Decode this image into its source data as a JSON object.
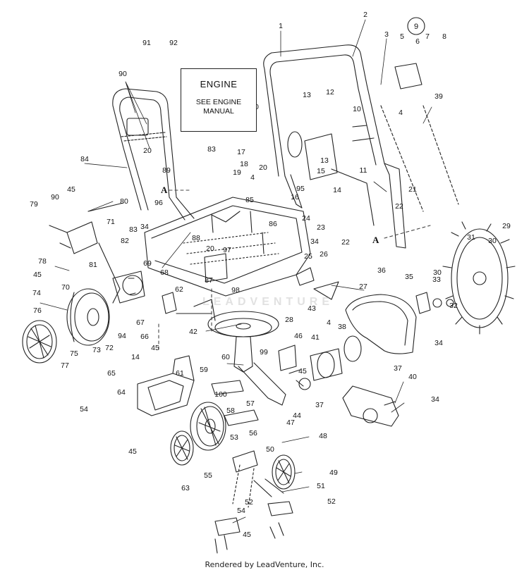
{
  "engine_note": {
    "title": "ENGINE",
    "subtitle": "SEE ENGINE MANUAL"
  },
  "watermark": "LEADVENTURE",
  "footer": "Rendered by LeadVenture, Inc.",
  "ref_marker": "A",
  "circled_part": "9",
  "colors": {
    "line": "#222222",
    "background": "#ffffff",
    "watermark": "#aaaaaa"
  },
  "callouts": [
    "1",
    "2",
    "3",
    "4",
    "5",
    "6",
    "7",
    "8",
    "9",
    "10",
    "11",
    "12",
    "13",
    "14",
    "15",
    "16",
    "17",
    "18",
    "19",
    "20",
    "21",
    "22",
    "23",
    "24",
    "25",
    "26",
    "27",
    "28",
    "29",
    "30",
    "31",
    "32",
    "33",
    "34",
    "35",
    "36",
    "37",
    "38",
    "39",
    "40",
    "41",
    "42",
    "43",
    "44",
    "45",
    "46",
    "47",
    "48",
    "49",
    "50",
    "51",
    "52",
    "53",
    "54",
    "55",
    "56",
    "57",
    "58",
    "59",
    "60",
    "61",
    "62",
    "63",
    "64",
    "65",
    "66",
    "67",
    "68",
    "69",
    "70",
    "71",
    "72",
    "73",
    "74",
    "75",
    "76",
    "77",
    "78",
    "79",
    "80",
    "81",
    "82",
    "83",
    "84",
    "85",
    "86",
    "87",
    "88",
    "89",
    "90",
    "91",
    "92",
    "94",
    "95",
    "96",
    "97",
    "98",
    "99",
    "100"
  ]
}
